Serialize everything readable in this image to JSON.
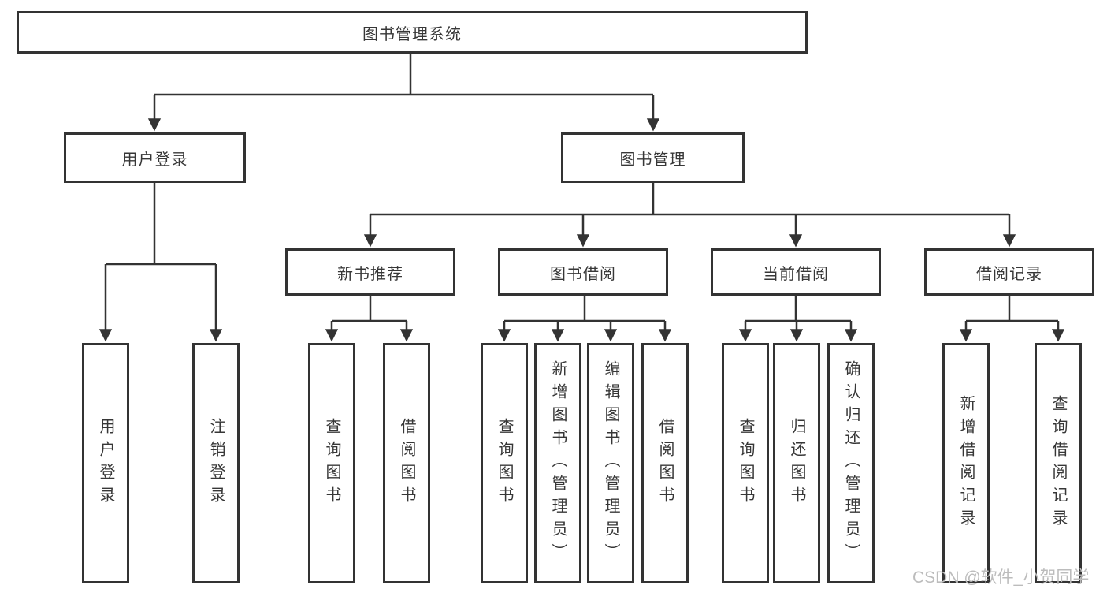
{
  "tree": {
    "root": {
      "label": "图书管理系统"
    },
    "children": [
      {
        "label": "用户登录",
        "leaves": [
          {
            "label": "用户登录"
          },
          {
            "label": "注销登录"
          }
        ]
      },
      {
        "label": "图书管理",
        "children": [
          {
            "label": "新书推荐",
            "leaves": [
              {
                "label": "查询图书"
              },
              {
                "label": "借阅图书"
              }
            ]
          },
          {
            "label": "图书借阅",
            "leaves": [
              {
                "label": "查询图书"
              },
              {
                "label": "新增图书（管理员）"
              },
              {
                "label": "编辑图书（管理员）"
              },
              {
                "label": "借阅图书"
              }
            ]
          },
          {
            "label": "当前借阅",
            "leaves": [
              {
                "label": "查询图书"
              },
              {
                "label": "归还图书"
              },
              {
                "label": "确认归还（管理员）"
              }
            ]
          },
          {
            "label": "借阅记录",
            "leaves": [
              {
                "label": "新增借阅记录"
              },
              {
                "label": "查询借阅记录"
              }
            ]
          }
        ]
      }
    ]
  },
  "watermark": {
    "text": "CSDN @软件_小贺同学"
  },
  "colors": {
    "box_border": "#333333",
    "box_fill": "#ffffff",
    "text": "#373737",
    "connector": "#333333",
    "watermark": "#bcbcbc",
    "background": "#ffffff"
  }
}
